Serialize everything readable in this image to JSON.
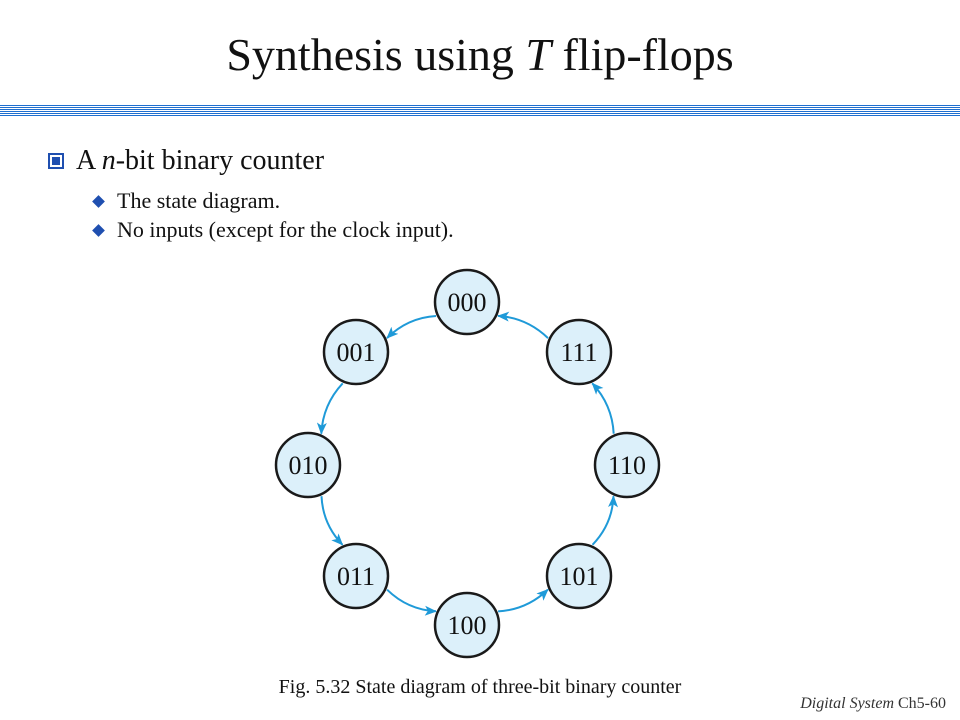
{
  "slide": {
    "title_prefix": "Synthesis using ",
    "title_var": "T",
    "title_suffix": " flip-flops",
    "bullet_main_prefix": "A ",
    "bullet_main_var": "n",
    "bullet_main_suffix": "-bit binary counter",
    "sub_bullets": [
      "The state diagram.",
      "No inputs (except for the clock input)."
    ],
    "caption": "Fig. 5.32 State diagram of three-bit binary counter",
    "footer_course": "Digital System",
    "footer_page": "Ch5-60"
  },
  "diagram": {
    "states": [
      "000",
      "001",
      "010",
      "011",
      "100",
      "101",
      "110",
      "111"
    ],
    "transitions": [
      [
        "000",
        "001"
      ],
      [
        "001",
        "010"
      ],
      [
        "010",
        "011"
      ],
      [
        "011",
        "100"
      ],
      [
        "100",
        "101"
      ],
      [
        "101",
        "110"
      ],
      [
        "110",
        "111"
      ],
      [
        "111",
        "000"
      ]
    ],
    "colors": {
      "node_fill": "#dcf0fa",
      "node_stroke": "#1a1a1a",
      "arrow": "#1f9ad8"
    }
  }
}
